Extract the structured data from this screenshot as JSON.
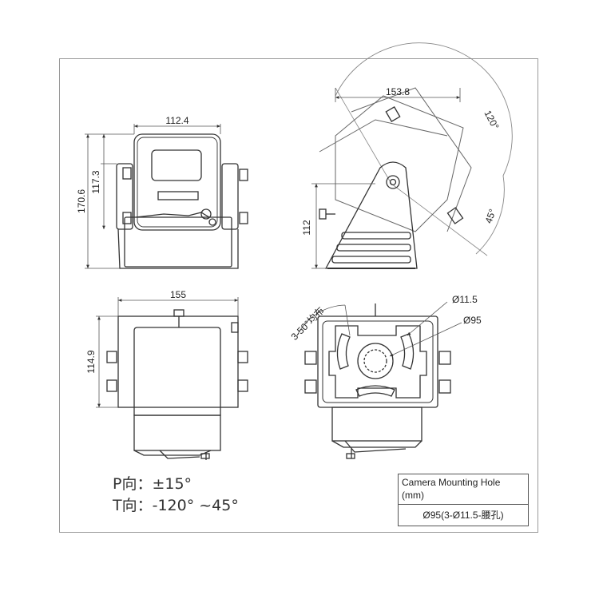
{
  "dimensions": {
    "front_width": "112.4",
    "front_height_overall": "170.6",
    "front_height_inner": "117.3",
    "side_width": "153.8",
    "side_height": "112",
    "tilt_up_angle": "120°",
    "tilt_down_angle": "45°",
    "bottom_width": "155",
    "bottom_height": "114.9",
    "hole_slot_diameter": "Ø11.5",
    "hole_circle_diameter": "Ø95",
    "hole_slot_spread": "3-50°均布"
  },
  "motion_range": {
    "pan": "P向：±15°",
    "tilt": "T向：-120° ~45°"
  },
  "mounting_table": {
    "title": "Camera Mounting Hole (mm)",
    "value": "Ø95(3-Ø11.5-腰孔)"
  }
}
